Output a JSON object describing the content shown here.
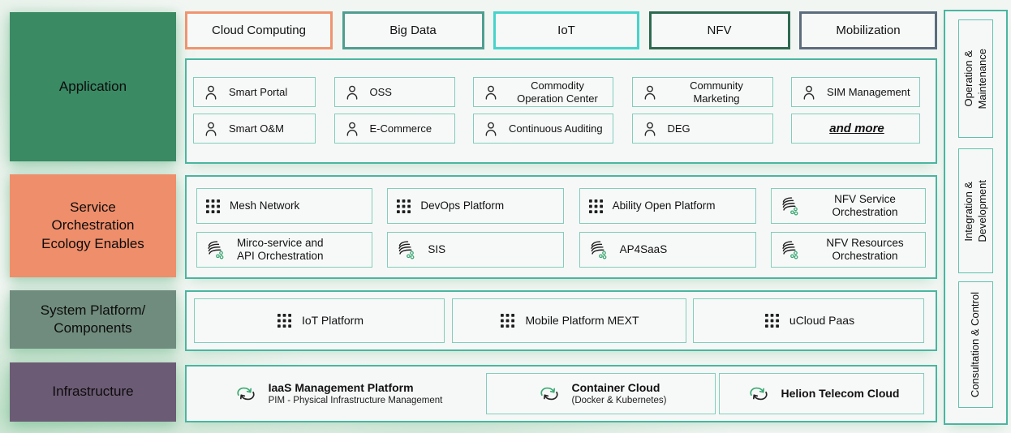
{
  "colors": {
    "panel_border": "#49b6a0",
    "item_border": "#82cdbb",
    "accent_green": "#3aa873",
    "tab_cloud_border": "#f0946f",
    "tab_bigdata_border": "#4f9e90",
    "tab_iot_border": "#45d4cc",
    "tab_nfv_border": "#2d6a50",
    "tab_mobilization_border": "#5c6c7d",
    "layer_application_bg": "#3a8a64",
    "layer_orchestration_bg": "#ef8e6b",
    "layer_platform_bg": "#708c7e",
    "layer_infrastructure_bg": "#6c5b75"
  },
  "layers": [
    {
      "label": "Application",
      "bg": "#3a8a64"
    },
    {
      "label": "Service\nOrchestration\nEcology Enables",
      "bg": "#ef8e6b"
    },
    {
      "label": "System Platform/\nComponents",
      "bg": "#708c7e"
    },
    {
      "label": "Infrastructure",
      "bg": "#6c5b75"
    }
  ],
  "tabs": [
    {
      "label": "Cloud Computing",
      "border": "#f0946f"
    },
    {
      "label": "Big Data",
      "border": "#4f9e90"
    },
    {
      "label": "IoT",
      "border": "#45d4cc"
    },
    {
      "label": "NFV",
      "border": "#2d6a50"
    },
    {
      "label": "Mobilization",
      "border": "#5c6c7d"
    }
  ],
  "application": {
    "items": [
      {
        "icon": "user-icon",
        "label": "Smart Portal"
      },
      {
        "icon": "user-icon",
        "label": "OSS"
      },
      {
        "icon": "user-icon",
        "label": "Commodity\nOperation Center",
        "variant": "center"
      },
      {
        "icon": "user-icon",
        "label": "Community\nMarketing",
        "variant": "center"
      },
      {
        "icon": "user-icon",
        "label": "SIM Management"
      },
      {
        "icon": "user-icon",
        "label": "Smart O&M"
      },
      {
        "icon": "user-icon",
        "label": "E-Commerce"
      },
      {
        "icon": "user-icon",
        "label": "Continuous Auditing"
      },
      {
        "icon": "user-icon",
        "label": "DEG"
      },
      {
        "label": "and more",
        "variant": "more"
      }
    ]
  },
  "orchestration": {
    "items": [
      {
        "icon": "grid-icon",
        "label": "Mesh Network"
      },
      {
        "icon": "grid-icon",
        "label": "DevOps Platform"
      },
      {
        "icon": "grid-icon",
        "label": "Ability Open Platform"
      },
      {
        "icon": "orchestration-icon",
        "label": "NFV Service\nOrchestration",
        "variant": "center"
      },
      {
        "icon": "orchestration-icon",
        "label": "Mirco-service and\nAPI Orchestration"
      },
      {
        "icon": "orchestration-icon",
        "label": "SIS"
      },
      {
        "icon": "orchestration-icon",
        "label": "AP4SaaS"
      },
      {
        "icon": "orchestration-icon",
        "label": "NFV Resources\nOrchestration",
        "variant": "center"
      }
    ]
  },
  "platform": {
    "items": [
      {
        "icon": "grid-icon",
        "label": "IoT Platform"
      },
      {
        "icon": "grid-icon",
        "label": "Mobile Platform MEXT"
      },
      {
        "icon": "grid-icon",
        "label": "uCloud Paas"
      }
    ]
  },
  "infrastructure": {
    "items": [
      {
        "icon": "cloud-sync-icon",
        "title": "IaaS Management Platform",
        "subtitle": "PIM - Physical Infrastructure Management",
        "variant": "borderless"
      },
      {
        "icon": "cloud-sync-icon",
        "title": "Container Cloud",
        "subtitle": "(Docker & Kubernetes)"
      },
      {
        "icon": "cloud-sync-icon",
        "title": "Helion Telecom Cloud"
      }
    ]
  },
  "right_panel": {
    "sections": [
      {
        "label": "Operation &\nMaintenance"
      },
      {
        "label": "Integration &\nDevelopment"
      },
      {
        "label": "Consultation & Control"
      }
    ]
  }
}
